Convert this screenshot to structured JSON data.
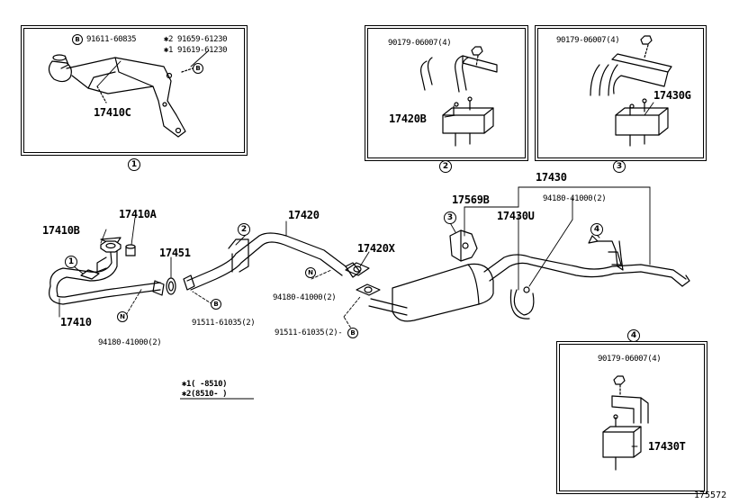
{
  "parts": {
    "p17410C": "17410C",
    "p17420B": "17420B",
    "p17430G": "17430G",
    "p17430": "17430",
    "p17569B": "17569B",
    "p17430U": "17430U",
    "p17420": "17420",
    "p17410A": "17410A",
    "p17410B": "17410B",
    "p17451": "17451",
    "p17420X": "17420X",
    "p17410": "17410",
    "p17430T": "17430T"
  },
  "numbers": {
    "n91611": "91611-60835",
    "n91659": "91659-61230",
    "n91619": "91619-61230",
    "n90179_a": "90179-06007(4)",
    "n90179_b": "90179-06007(4)",
    "n90179_c": "90179-06007(4)",
    "n94180_a": "94180-41000(2)",
    "n94180_b": "94180-41000(2)",
    "n94180_c": "94180-41000(2)",
    "n91511_a": "91511-61035(2)",
    "n91511_b": "91511-61035(2)-"
  },
  "marks": {
    "star2": "✱2",
    "star1": "✱1",
    "tag_b": "B",
    "tag_n": "N"
  },
  "callouts": {
    "c1": "1",
    "c2": "2",
    "c3": "3",
    "c4": "4"
  },
  "legend": {
    "line1": "✱1(    -8510)",
    "line2": "✱2(8510-    )"
  },
  "footer": {
    "figure_number": "175572"
  }
}
